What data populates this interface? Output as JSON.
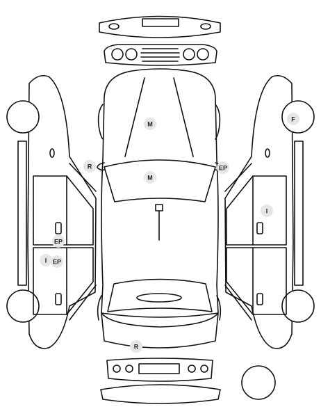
{
  "diagram": {
    "title": "",
    "markers": [
      {
        "id": "top-rear-roof",
        "label": "M"
      },
      {
        "id": "top-windshield",
        "label": "M"
      },
      {
        "id": "left-mirror",
        "label": "R"
      },
      {
        "id": "right-mirror",
        "label": "EP"
      },
      {
        "id": "right-front-wheel",
        "label": "F"
      },
      {
        "id": "right-door",
        "label": "I"
      },
      {
        "id": "left-door-ep-upper",
        "label": "EP"
      },
      {
        "id": "left-door-i",
        "label": "I"
      },
      {
        "id": "left-door-ep-lower",
        "label": "EP"
      },
      {
        "id": "rear-bumper",
        "label": "R"
      }
    ],
    "colors": {
      "line": "#111111",
      "marker_fill": "#e6e6e6",
      "marker_text": "#222222"
    }
  }
}
